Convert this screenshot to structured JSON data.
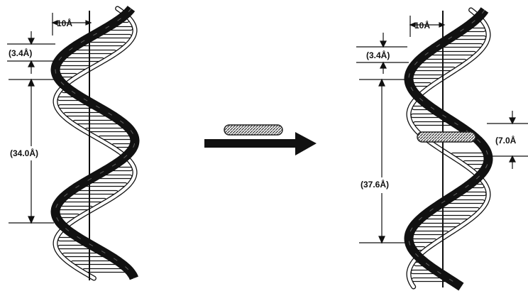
{
  "colors": {
    "ink": "#111111",
    "intercalator": "#555555",
    "background": "#ffffff"
  },
  "left_helix": {
    "width_label": "10Å",
    "rise_label": "(3.4Å)",
    "pitch_label": "(34.0Å)"
  },
  "right_helix": {
    "width_label": "10Å",
    "rise_label": "(3.4Å)",
    "pitch_label": "(37.6Å)",
    "insert_label": "(7.0Å"
  },
  "arrow": {
    "icon": "right-arrow-icon",
    "ligand_icon": "intercalator-molecule-icon"
  }
}
